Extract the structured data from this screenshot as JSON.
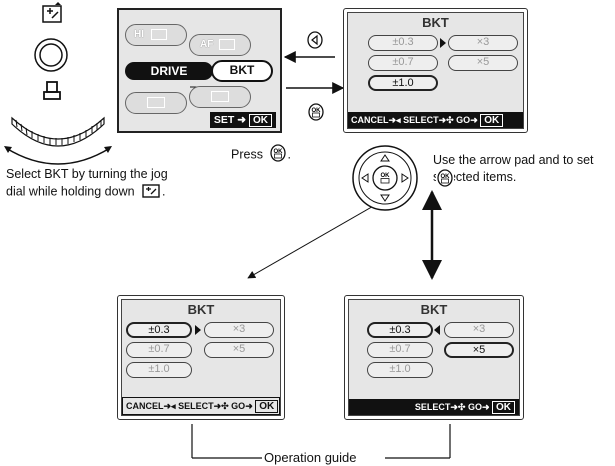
{
  "menu": {
    "hi": "HI",
    "af": "AF",
    "drive": "DRIVE",
    "bkt": "BKT",
    "set": "SET",
    "ok": "OK"
  },
  "press_caption": "Press",
  "left_caption": "Select BKT by turning the jog dial while holding down",
  "right_caption": "Use the arrow pad and to set selected items.",
  "bkt_screen": {
    "title": "BKT",
    "steps": [
      "±0.3",
      "±0.7",
      "±1.0"
    ],
    "counts": [
      "×3",
      "×5"
    ],
    "cancel": "CANCEL",
    "select": "SELECT",
    "go": "GO",
    "ok": "OK"
  },
  "label_operation_guide": "Operation guide",
  "ok_glyph": "OK"
}
